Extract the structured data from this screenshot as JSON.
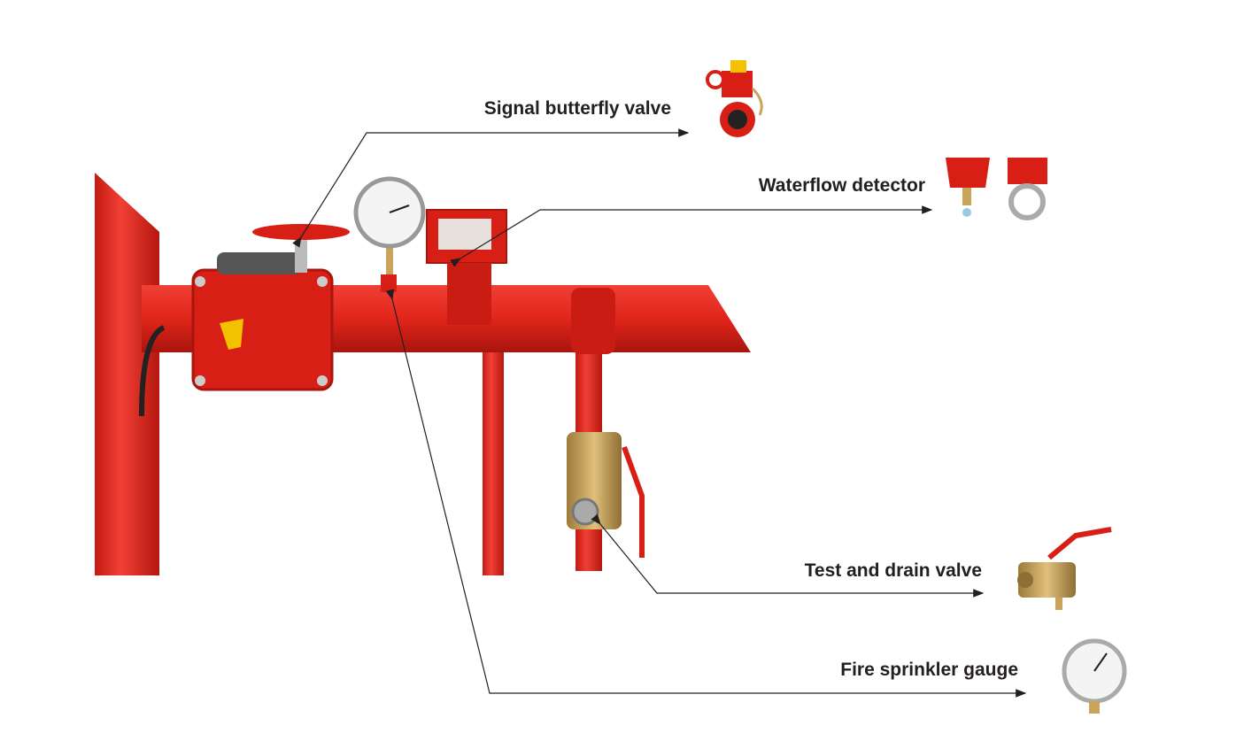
{
  "labels": {
    "signal_butterfly_valve": "Signal butterfly valve",
    "waterflow_detector": "Waterflow detector",
    "test_and_drain_valve": "Test and drain valve",
    "fire_sprinkler_gauge": "Fire sprinkler gauge"
  },
  "colors": {
    "pipe": "#e1251b",
    "pipe_dark": "#b5170f",
    "brass": "#c9a45a",
    "text": "#231f20",
    "leader": "#231f20"
  }
}
